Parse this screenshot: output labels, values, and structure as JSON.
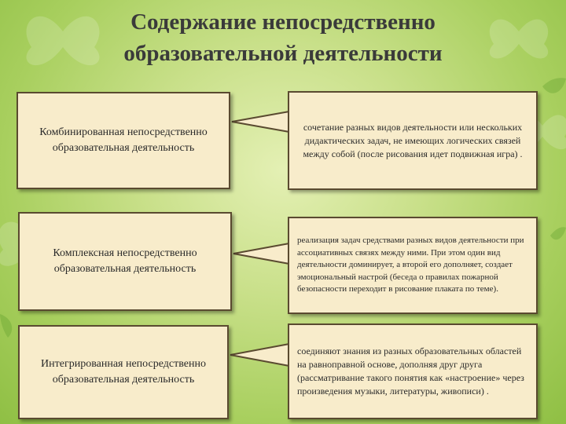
{
  "title": {
    "line1": "Содержание непосредственно",
    "line2": "образовательной деятельности"
  },
  "rows": [
    {
      "left": "Комбинированная непосредственно образовательная деятельность",
      "right": "сочетание разных видов деятельности или нескольких дидактических задач, не имеющих логических связей между собой (после рисования идет подвижная игра) ."
    },
    {
      "left": "Комплексная непосредственно образовательная деятельность",
      "right": "реализация задач средствами разных видов деятельности при ассоциативных связях между ними. При этом один вид деятельности доминирует, а второй его дополняет, создает эмоциональный настрой (беседа о правилах пожарной безопасности переходит в рисование плаката по теме)."
    },
    {
      "left": "Интегрированная непосредственно образовательная деятельность",
      "right": "соединяют знания из разных образовательных областей на равноправной основе, дополняя друг друга (рассматривание такого понятия как «настроение» через произведения музыки, литературы, живописи) ."
    }
  ],
  "colors": {
    "box_fill": "#f8eccb",
    "box_border": "#5a4a30",
    "title": "#3a3a3a"
  }
}
